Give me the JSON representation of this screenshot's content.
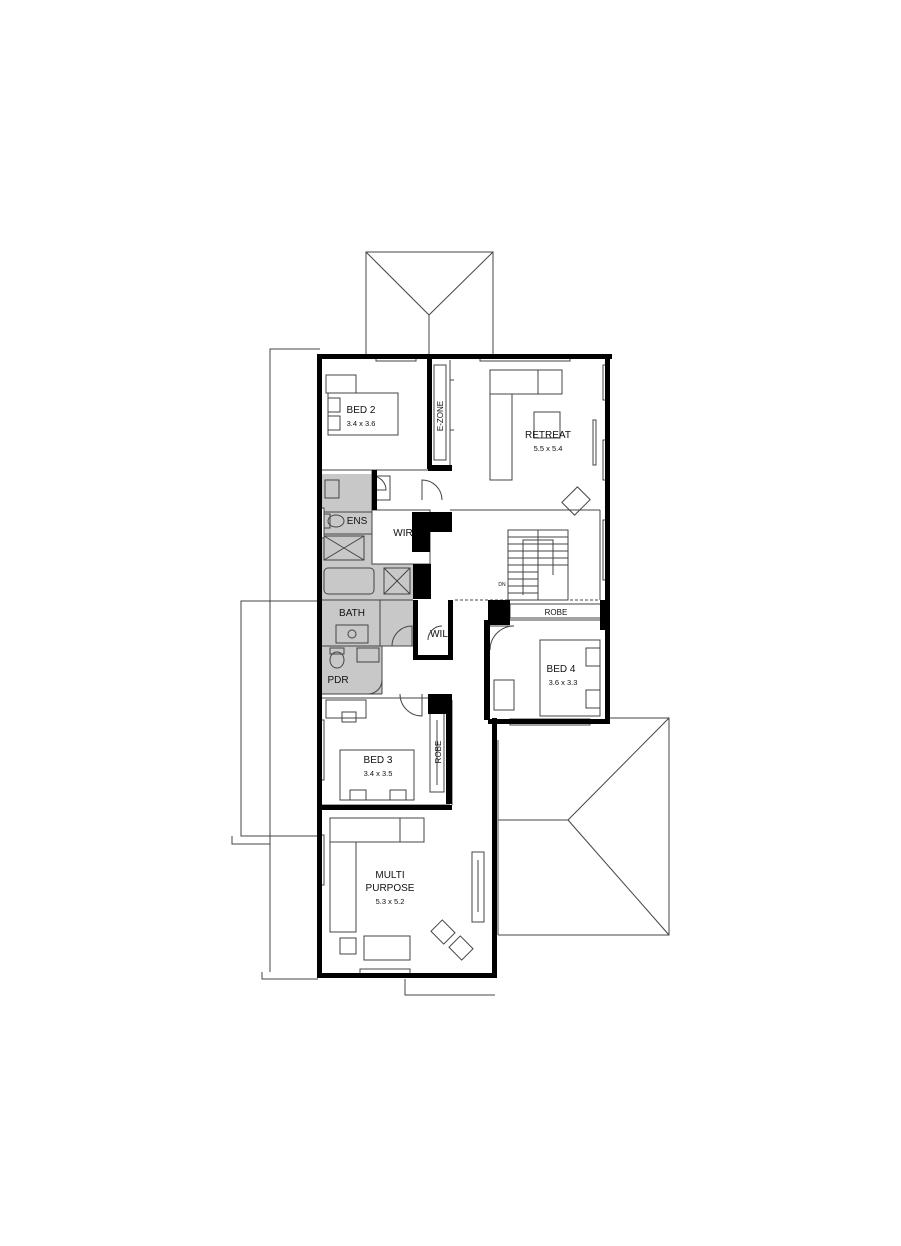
{
  "plan": {
    "rooms": [
      {
        "id": "bed2",
        "name": "BED 2",
        "dims": "3.4 x 3.6"
      },
      {
        "id": "retreat",
        "name": "RETREAT",
        "dims": "5.5 x 5.4"
      },
      {
        "id": "bed4",
        "name": "BED 4",
        "dims": "3.6 x 3.3"
      },
      {
        "id": "bed3",
        "name": "BED 3",
        "dims": "3.4 x 3.5"
      },
      {
        "id": "multi",
        "name_line1": "MULTI",
        "name_line2": "PURPOSE",
        "dims": "5.3 x 5.2"
      }
    ],
    "labels": {
      "ens": "ENS",
      "wir": "WIR",
      "bath": "BATH",
      "pdr": "PDR",
      "wil": "WIL",
      "robe_bed4": "ROBE",
      "robe_bed3": "ROBE",
      "ezone": "E-ZONE",
      "dn": "DN"
    },
    "colors": {
      "wall": "#000000",
      "wet_area": "#c8c8c8",
      "line": "#444444"
    }
  }
}
